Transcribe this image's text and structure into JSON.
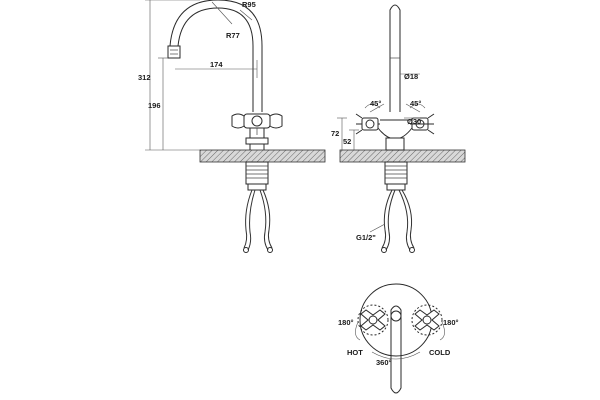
{
  "dimensions": {
    "spout_radius_outer": "R95",
    "spout_radius_inner": "R77",
    "reach": "174",
    "overall_height": "312",
    "spout_height": "196",
    "body_diameter": "Ø18",
    "angle_left": "45°",
    "angle_right": "45°",
    "handle_diameter": "Ø30",
    "height_72": "72",
    "height_52": "52",
    "thread": "G1/2\"",
    "rotation_left": "180°",
    "rotation_right": "180°",
    "swivel": "360°"
  },
  "labels": {
    "hot": "HOT",
    "cold": "COLD"
  }
}
